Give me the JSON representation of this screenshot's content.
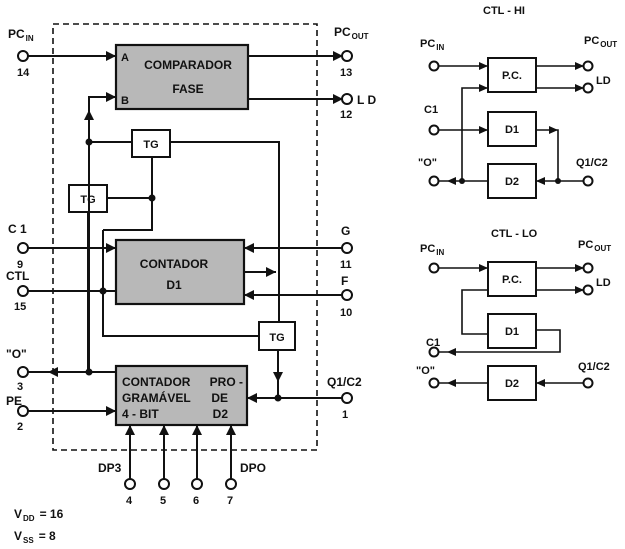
{
  "main": {
    "blocks": {
      "comparator_line1": "COMPARADOR",
      "comparator_line2": "FASE",
      "input_a": "A",
      "input_b": "B",
      "counter_line1": "CONTADOR",
      "counter_line2": "D1",
      "prog_line1_a": "CONTADOR",
      "prog_line1_b": "PRO -",
      "prog_line2_a": "GRAMÁVEL",
      "prog_line2_b": "DE",
      "prog_line3_a": "4 - BIT",
      "prog_line3_b": "D2",
      "tg": "TG"
    },
    "pins": {
      "pc_in_main": "PC",
      "pc_in_sub": "IN",
      "pc_in_num": "14",
      "pc_out_main": "PC",
      "pc_out_sub": "OUT",
      "pc_out_num": "13",
      "ld_label": "L D",
      "ld_num": "12",
      "c1_label": "C 1",
      "c1_num": "9",
      "ctl_label": "CTL",
      "ctl_num": "15",
      "g_label": "G",
      "g_num": "11",
      "f_label": "F",
      "f_num": "10",
      "o_label": "\"O\"",
      "o_num": "3",
      "pe_label": "PE",
      "pe_num": "2",
      "q1c2_label": "Q1/C2",
      "q1c2_num": "1",
      "dp3_label": "DP3",
      "dp0_label": "DPO",
      "dp_nums": [
        "4",
        "5",
        "6",
        "7"
      ]
    },
    "supply": {
      "vdd_main": "V",
      "vdd_sub": "DD",
      "vdd_value": "= 16",
      "vss_main": "V",
      "vss_sub": "SS",
      "vss_value": "= 8"
    }
  },
  "ctl_hi": {
    "title": "CTL - HI",
    "pc_in_main": "PC",
    "pc_in_sub": "IN",
    "pc_out_main": "PC",
    "pc_out_sub": "OUT",
    "ld": "LD",
    "c1": "C1",
    "o": "\"O\"",
    "q1c2": "Q1/C2",
    "pc_block": "P.C.",
    "d1_block": "D1",
    "d2_block": "D2"
  },
  "ctl_lo": {
    "title": "CTL - LO",
    "pc_in_main": "PC",
    "pc_in_sub": "IN",
    "pc_out_main": "PC",
    "pc_out_sub": "OUT",
    "ld": "LD",
    "c1": "C1",
    "o": "\"O\"",
    "q1c2": "Q1/C2",
    "pc_block": "P.C.",
    "d1_block": "D1",
    "d2_block": "D2"
  }
}
